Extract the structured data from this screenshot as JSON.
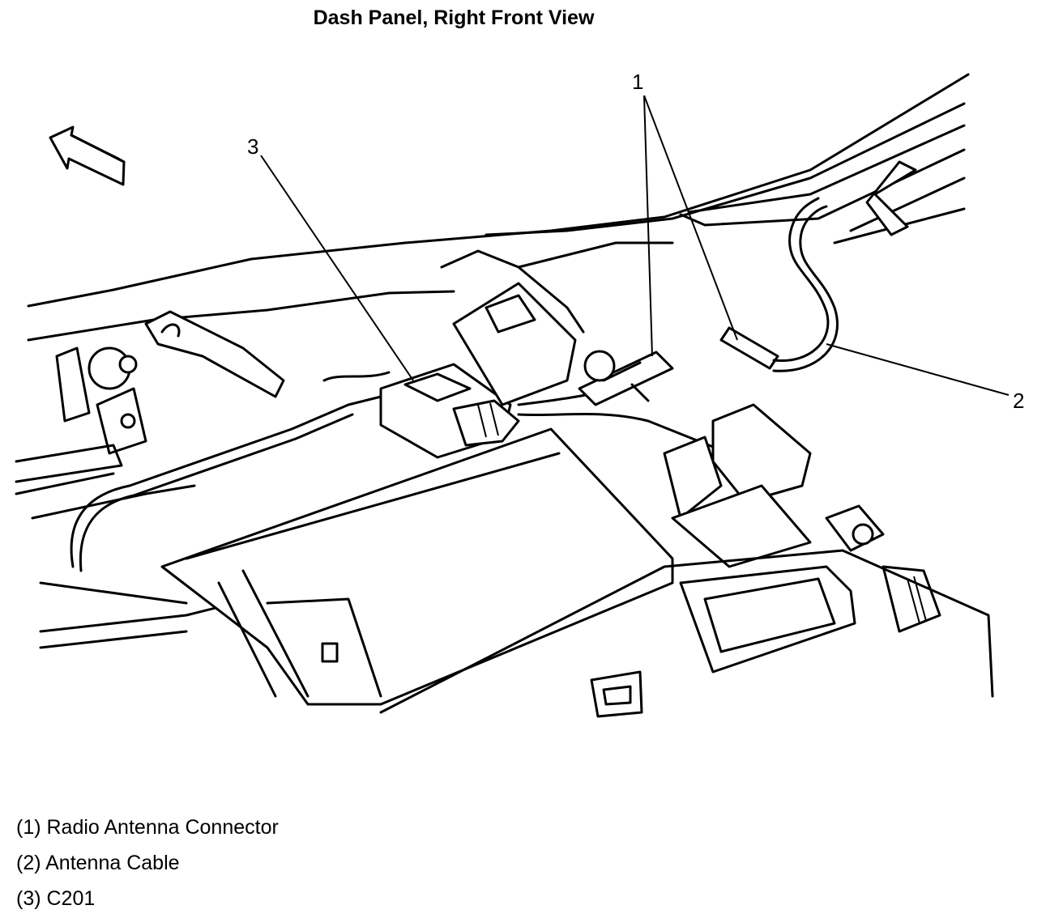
{
  "title": "Dash Panel, Right Front View",
  "callouts": {
    "c1": "1",
    "c2": "2",
    "c3": "3"
  },
  "legend": [
    "(1) Radio Antenna Connector",
    "(2) Antenna Cable",
    "(3) C201"
  ]
}
